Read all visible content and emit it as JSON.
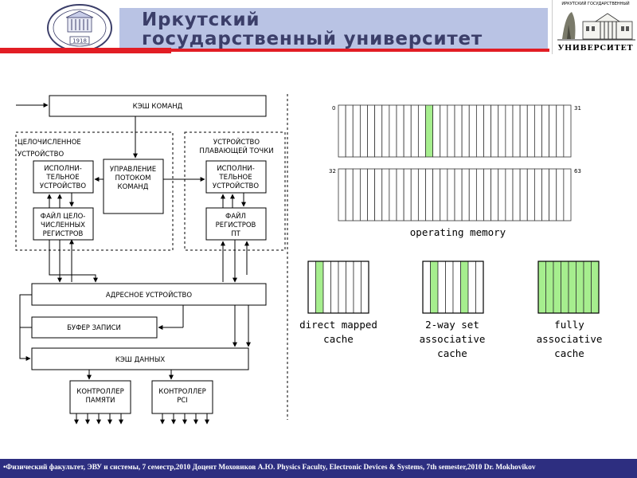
{
  "header": {
    "title_line1": "Иркутский",
    "title_line2": "государственный университет",
    "seal_year": "1918",
    "building_caption_top": "ИРКУТСКИЙ ГОСУДАРСТВЕННЫЙ",
    "building_caption_bottom": "УНИВЕРСИТЕТ",
    "colors": {
      "banner": "#b9c3e4",
      "stripe": "#e21d24",
      "title": "#3b3e69"
    }
  },
  "left_diagram": {
    "instruction_cache": "КЭШ КОМАНД",
    "integer_unit_label": [
      "ЦЕЛОЧИСЛЕННОЕ",
      "УСТРОЙСТВО"
    ],
    "int_exec_unit": [
      "ИСПОЛНИ-",
      "ТЕЛЬНОЕ",
      "УСТРОЙСТВО"
    ],
    "int_register_file": [
      "ФАЙЛ ЦЕЛО-",
      "ЧИСЛЕННЫХ",
      "РЕГИСТРОВ"
    ],
    "flow_control": [
      "УПРАВЛЕНИЕ",
      "ПОТОКОМ",
      "КОМАНД"
    ],
    "fp_unit_label": [
      "УСТРОЙСТВО",
      "ПЛАВАЮЩЕЙ ТОЧКИ"
    ],
    "fp_exec_unit": [
      "ИСПОЛНИ-",
      "ТЕЛЬНОЕ",
      "УСТРОЙСТВО"
    ],
    "fp_register_file": [
      "ФАЙЛ",
      "РЕГИСТРОВ",
      "ПТ"
    ],
    "address_unit": "АДРЕСНОЕ УСТРОЙСТВО",
    "write_buffer": "БУФЕР ЗАПИСИ",
    "data_cache": "КЭШ ДАННЫХ",
    "memory_controller": [
      "КОНТРОЛЛЕР",
      "ПАМЯТИ"
    ],
    "pci_controller": [
      "КОНТРОЛЛЕР",
      "PCI"
    ]
  },
  "right_diagram": {
    "memory_label": "operating memory",
    "row1_start": "0",
    "row1_end": "31",
    "row2_start": "32",
    "row2_end": "63",
    "cells_per_row": 32,
    "highlighted_memory_cells": [
      12
    ],
    "highlight_color": "#a6ee8e",
    "caches": [
      {
        "name_lines": [
          "direct mapped",
          "cache"
        ],
        "lines": 8,
        "highlighted": [
          1
        ]
      },
      {
        "name_lines": [
          "2-way set",
          "associative",
          "cache"
        ],
        "lines": 8,
        "highlighted": [
          1,
          5
        ]
      },
      {
        "name_lines": [
          "fully",
          "associative",
          "cache"
        ],
        "lines": 8,
        "highlighted": [
          0,
          1,
          2,
          3,
          4,
          5,
          6,
          7
        ]
      }
    ]
  },
  "footer": {
    "text": "•Физический факультет, ЭВУ и системы, 7 семестр,2010 Доцент Моховиков А.Ю.     Physics Faculty, Electronic Devices & Systems, 7th semester,2010   Dr. Mokhovikov",
    "color": "#2d2e80"
  }
}
